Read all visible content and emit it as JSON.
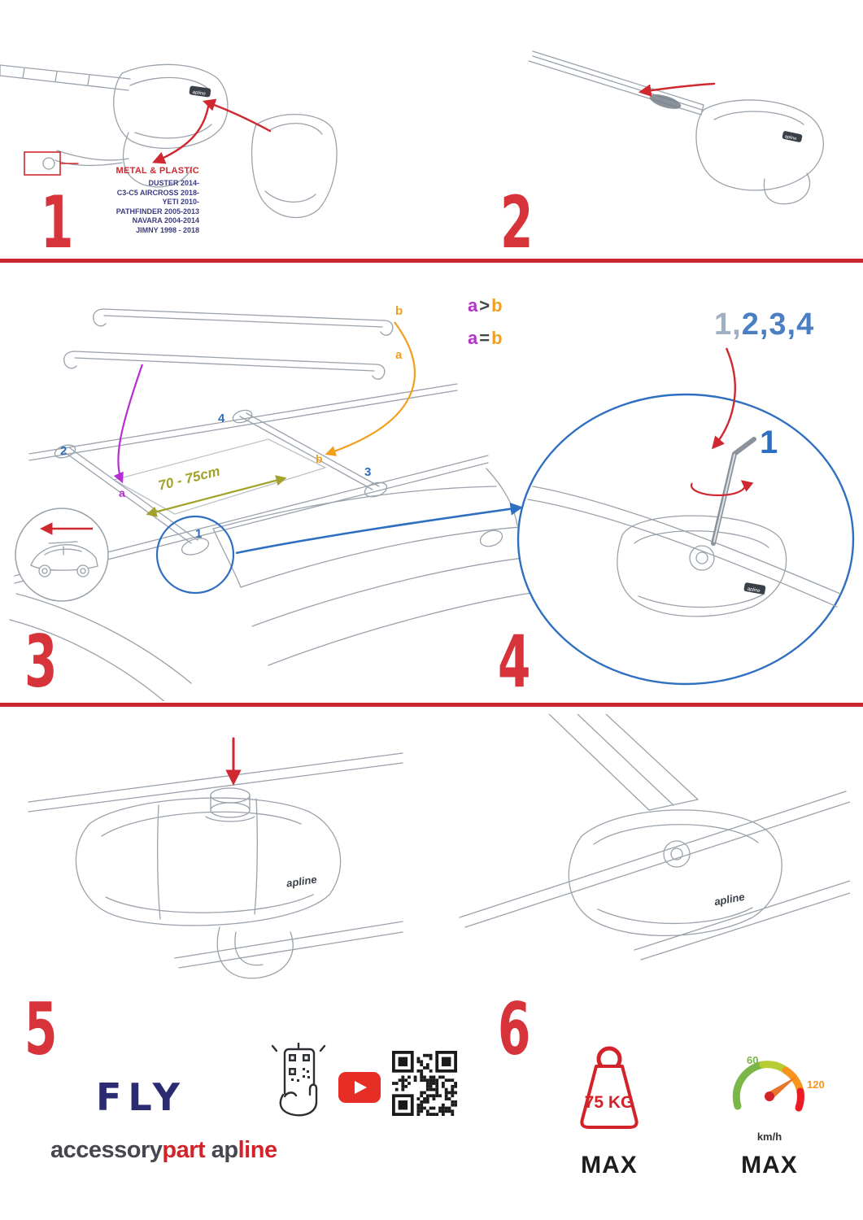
{
  "logo": "apline",
  "colors": {
    "red": "#d7333a",
    "divider_red": "#c9252c",
    "blue": "#2f6fc1",
    "purple": "#b62fd0",
    "orange": "#f0a01e",
    "olive": "#a2a22a",
    "navy": "#2b2b72",
    "brand_dark": "#47474f",
    "brand_red": "#d2232a",
    "green": "#7ab648",
    "youtube_red": "#e62d26",
    "line_gray": "#9aa2ab"
  },
  "step1": {
    "number": "1",
    "material_label": "METAL & PLASTIC",
    "models": [
      "DUSTER 2014-",
      "C3-C5 AIRCROSS 2018-",
      "YETI 2010-",
      "PATHFINDER 2005-2013",
      "NAVARA 2004-2014",
      "JIMNY 1998 - 2018"
    ]
  },
  "step2": {
    "number": "2"
  },
  "step3": {
    "number": "3",
    "bar_label_top": "b",
    "bar_label_bottom": "a",
    "roof_label_a": "a",
    "roof_label_b": "b",
    "pos1": "1",
    "pos2": "2",
    "pos3": "3",
    "pos4": "4",
    "formula_gt": {
      "a": "a",
      "op": ">",
      "b": "b"
    },
    "formula_eq": {
      "a": "a",
      "op": "=",
      "b": "b"
    },
    "distance_label": "70 - 75cm"
  },
  "step4": {
    "number": "4",
    "sequence_lead": "1,",
    "sequence_rest": "2,3,4",
    "highlight": "1"
  },
  "step5": {
    "number": "5"
  },
  "step6": {
    "number": "6"
  },
  "footer": {
    "product_name": "FLY",
    "brand": {
      "accessory": "accessory",
      "part": "part",
      "ap": "ap",
      "line": "line"
    },
    "weight": {
      "value": "75 KG",
      "max": "MAX"
    },
    "speed": {
      "low": "60",
      "high": "120",
      "unit": "km/h",
      "max": "MAX"
    }
  }
}
